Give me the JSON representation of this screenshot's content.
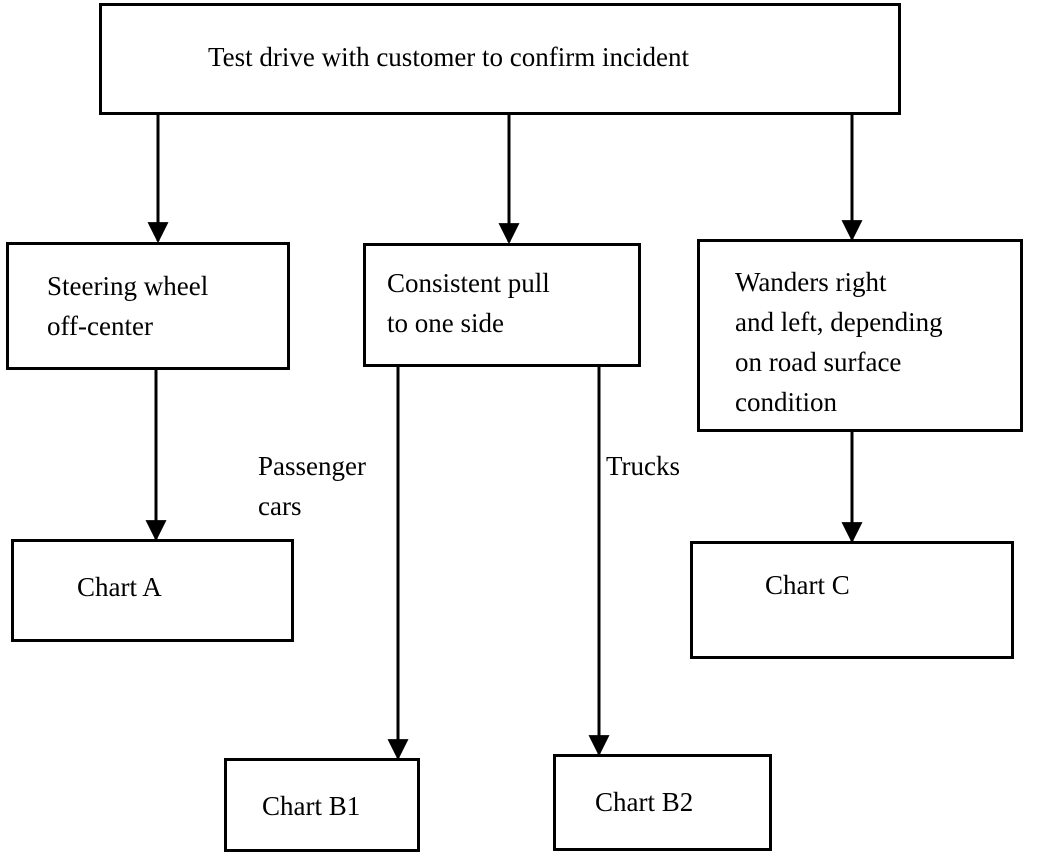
{
  "diagram": {
    "type": "flowchart",
    "nodes": {
      "start": {
        "label": "Test drive with customer to confirm incident"
      },
      "off_center": {
        "label": "Steering wheel\noff-center"
      },
      "pull": {
        "label": "Consistent pull\nto one side"
      },
      "wanders": {
        "label": "Wanders right\nand left, depending\non road surface\ncondition"
      },
      "chart_a": {
        "label": "Chart A"
      },
      "chart_c": {
        "label": "Chart C"
      },
      "chart_b1": {
        "label": "Chart B1"
      },
      "chart_b2": {
        "label": "Chart B2"
      }
    },
    "edges": [
      {
        "from": "start",
        "to": "off_center",
        "label": ""
      },
      {
        "from": "start",
        "to": "pull",
        "label": ""
      },
      {
        "from": "start",
        "to": "wanders",
        "label": ""
      },
      {
        "from": "off_center",
        "to": "chart_a",
        "label": ""
      },
      {
        "from": "pull",
        "to": "chart_b1",
        "label": "Passenger\ncars"
      },
      {
        "from": "pull",
        "to": "chart_b2",
        "label": "Trucks"
      },
      {
        "from": "wanders",
        "to": "chart_c",
        "label": ""
      }
    ],
    "edge_labels": {
      "passenger": "Passenger\ncars",
      "trucks": "Trucks"
    },
    "colors": {
      "stroke": "#000000",
      "background": "#ffffff",
      "text": "#000000"
    }
  }
}
